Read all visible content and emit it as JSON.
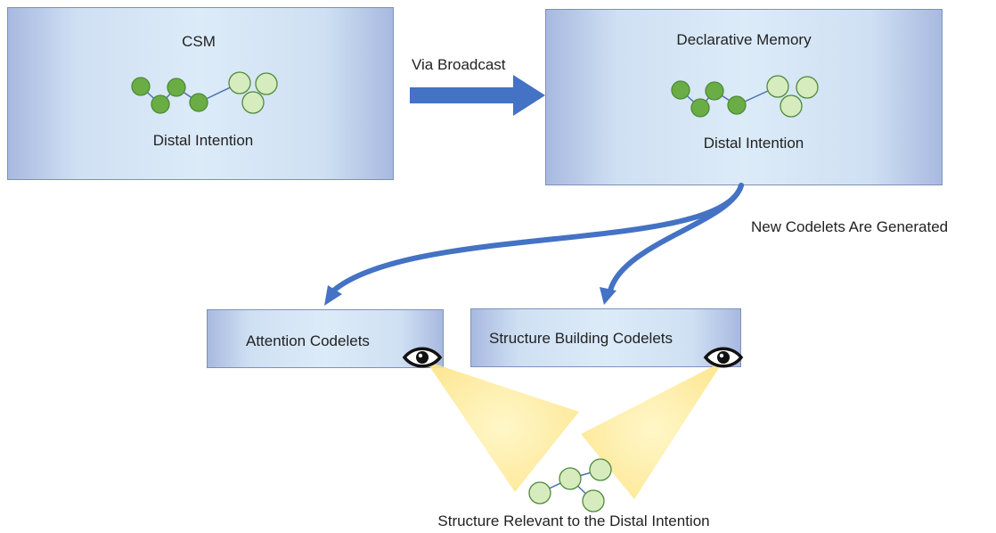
{
  "csm": {
    "title": "CSM",
    "subtitle": "Distal Intention"
  },
  "broadcast_label": "Via Broadcast",
  "declarative_memory": {
    "title": "Declarative Memory",
    "subtitle": "Distal Intention"
  },
  "generation_label": "New Codelets Are Generated",
  "attention_codelets": {
    "label": "Attention Codelets"
  },
  "structure_building_codelets": {
    "label": "Structure Building Codelets"
  },
  "result_label": "Structure Relevant to the Distal Intention",
  "colors": {
    "dark_node": "#6aad44",
    "light_node": "#d6ecbe",
    "node_stroke": "#4e8a3a",
    "edge": "#4a6fb0",
    "arrow": "#4472c4",
    "cone": "#fff1a8",
    "box_border": "#7f90b8"
  },
  "icons": [
    "eye-icon"
  ]
}
